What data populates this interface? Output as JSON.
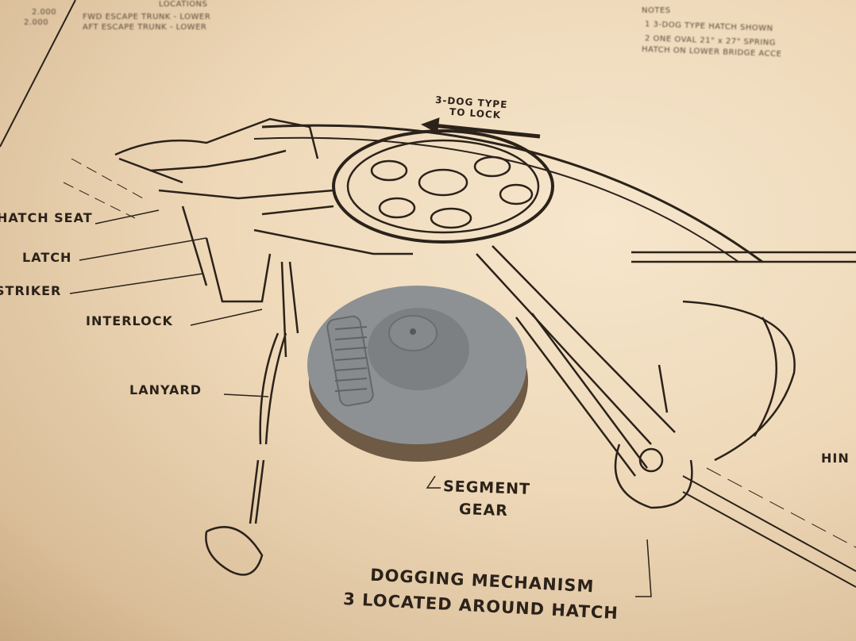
{
  "drawing": {
    "header": {
      "locations_title": "LOCATIONS",
      "frame_1": "2.000",
      "frame_2": "2.000",
      "location_1": "FWD ESCAPE TRUNK - LOWER",
      "location_2": "AFT ESCAPE TRUNK - LOWER"
    },
    "notes": {
      "title": "NOTES",
      "note_1": "1  3-DOG TYPE HATCH SHOWN",
      "note_2a": "2  ONE OVAL 21\" x 27\" SPRING",
      "note_2b": "HATCH ON LOWER BRIDGE ACCE"
    },
    "direction": {
      "line1": "3-DOG TYPE",
      "line2": "TO LOCK"
    },
    "labels": {
      "hatch_seat": "HATCH SEAT",
      "latch": "LATCH",
      "striker": "STRIKER",
      "interlock": "INTERLOCK",
      "lanyard": "LANYARD",
      "segment_gear_1": "SEGMENT",
      "segment_gear_2": "GEAR",
      "dogging_1": "DOGGING MECHANISM",
      "dogging_2": "3 LOCATED AROUND HATCH",
      "hinge": "HIN"
    }
  },
  "colors": {
    "paper": "#eed8b8",
    "ink": "#2b221a",
    "model_gray": "#8d9193"
  }
}
